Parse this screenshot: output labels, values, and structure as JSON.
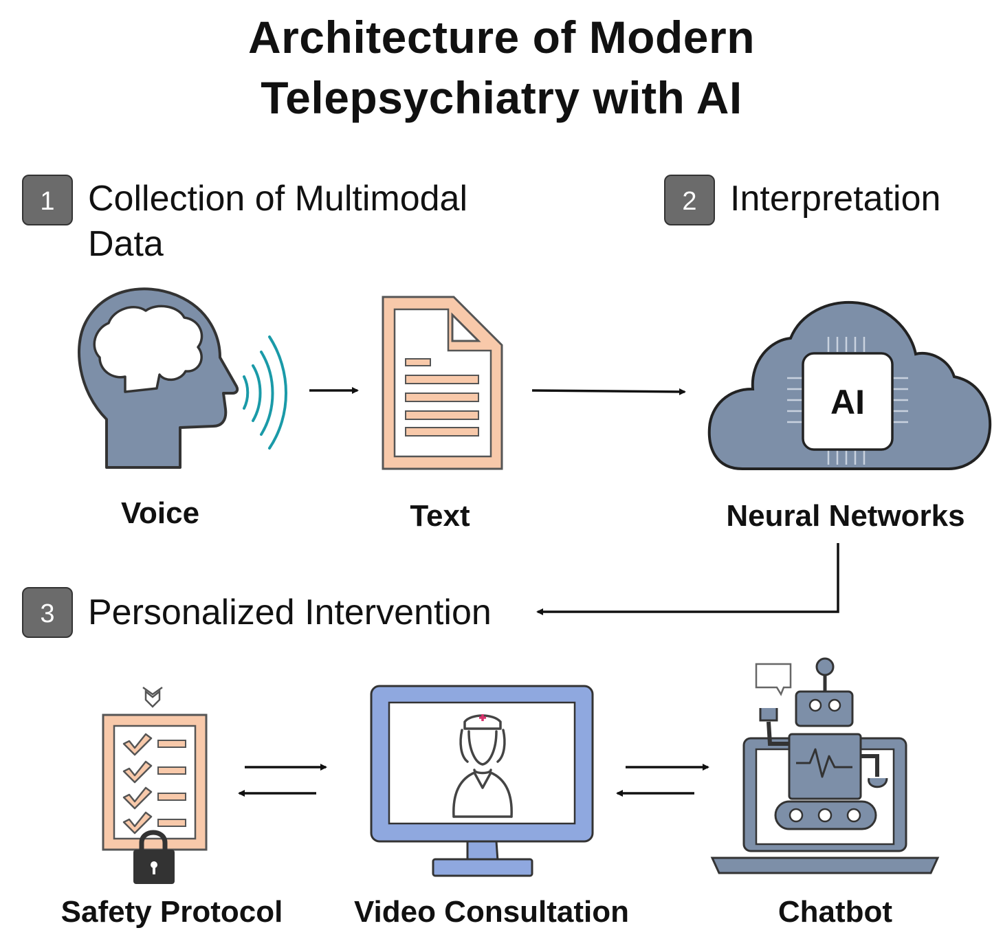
{
  "title": {
    "line1": "Architecture of Modern",
    "line2": "Telepsychiatry with AI"
  },
  "steps": [
    {
      "number": "1",
      "label_line1": "Collection of Multimodal",
      "label_line2": "Data"
    },
    {
      "number": "2",
      "label_line1": "Interpretation"
    },
    {
      "number": "3",
      "label_line1": "Personalized Intervention"
    }
  ],
  "nodes": {
    "voice": "Voice",
    "text": "Text",
    "neural": "Neural Networks",
    "ai_chip": "AI",
    "safety": "Safety Protocol",
    "video": "Video Consultation",
    "chatbot": "Chatbot"
  },
  "colors": {
    "slate": "#7d8fa8",
    "peach": "#f8c9aa",
    "blue": "#8fa8df",
    "teal": "#1a9aa8",
    "badge": "#6b6b6b",
    "nurse_cross": "#d6336c"
  },
  "icons": [
    "head-voice-icon",
    "document-icon",
    "cloud-ai-icon",
    "checklist-lock-icon",
    "monitor-nurse-icon",
    "laptop-robot-icon"
  ]
}
